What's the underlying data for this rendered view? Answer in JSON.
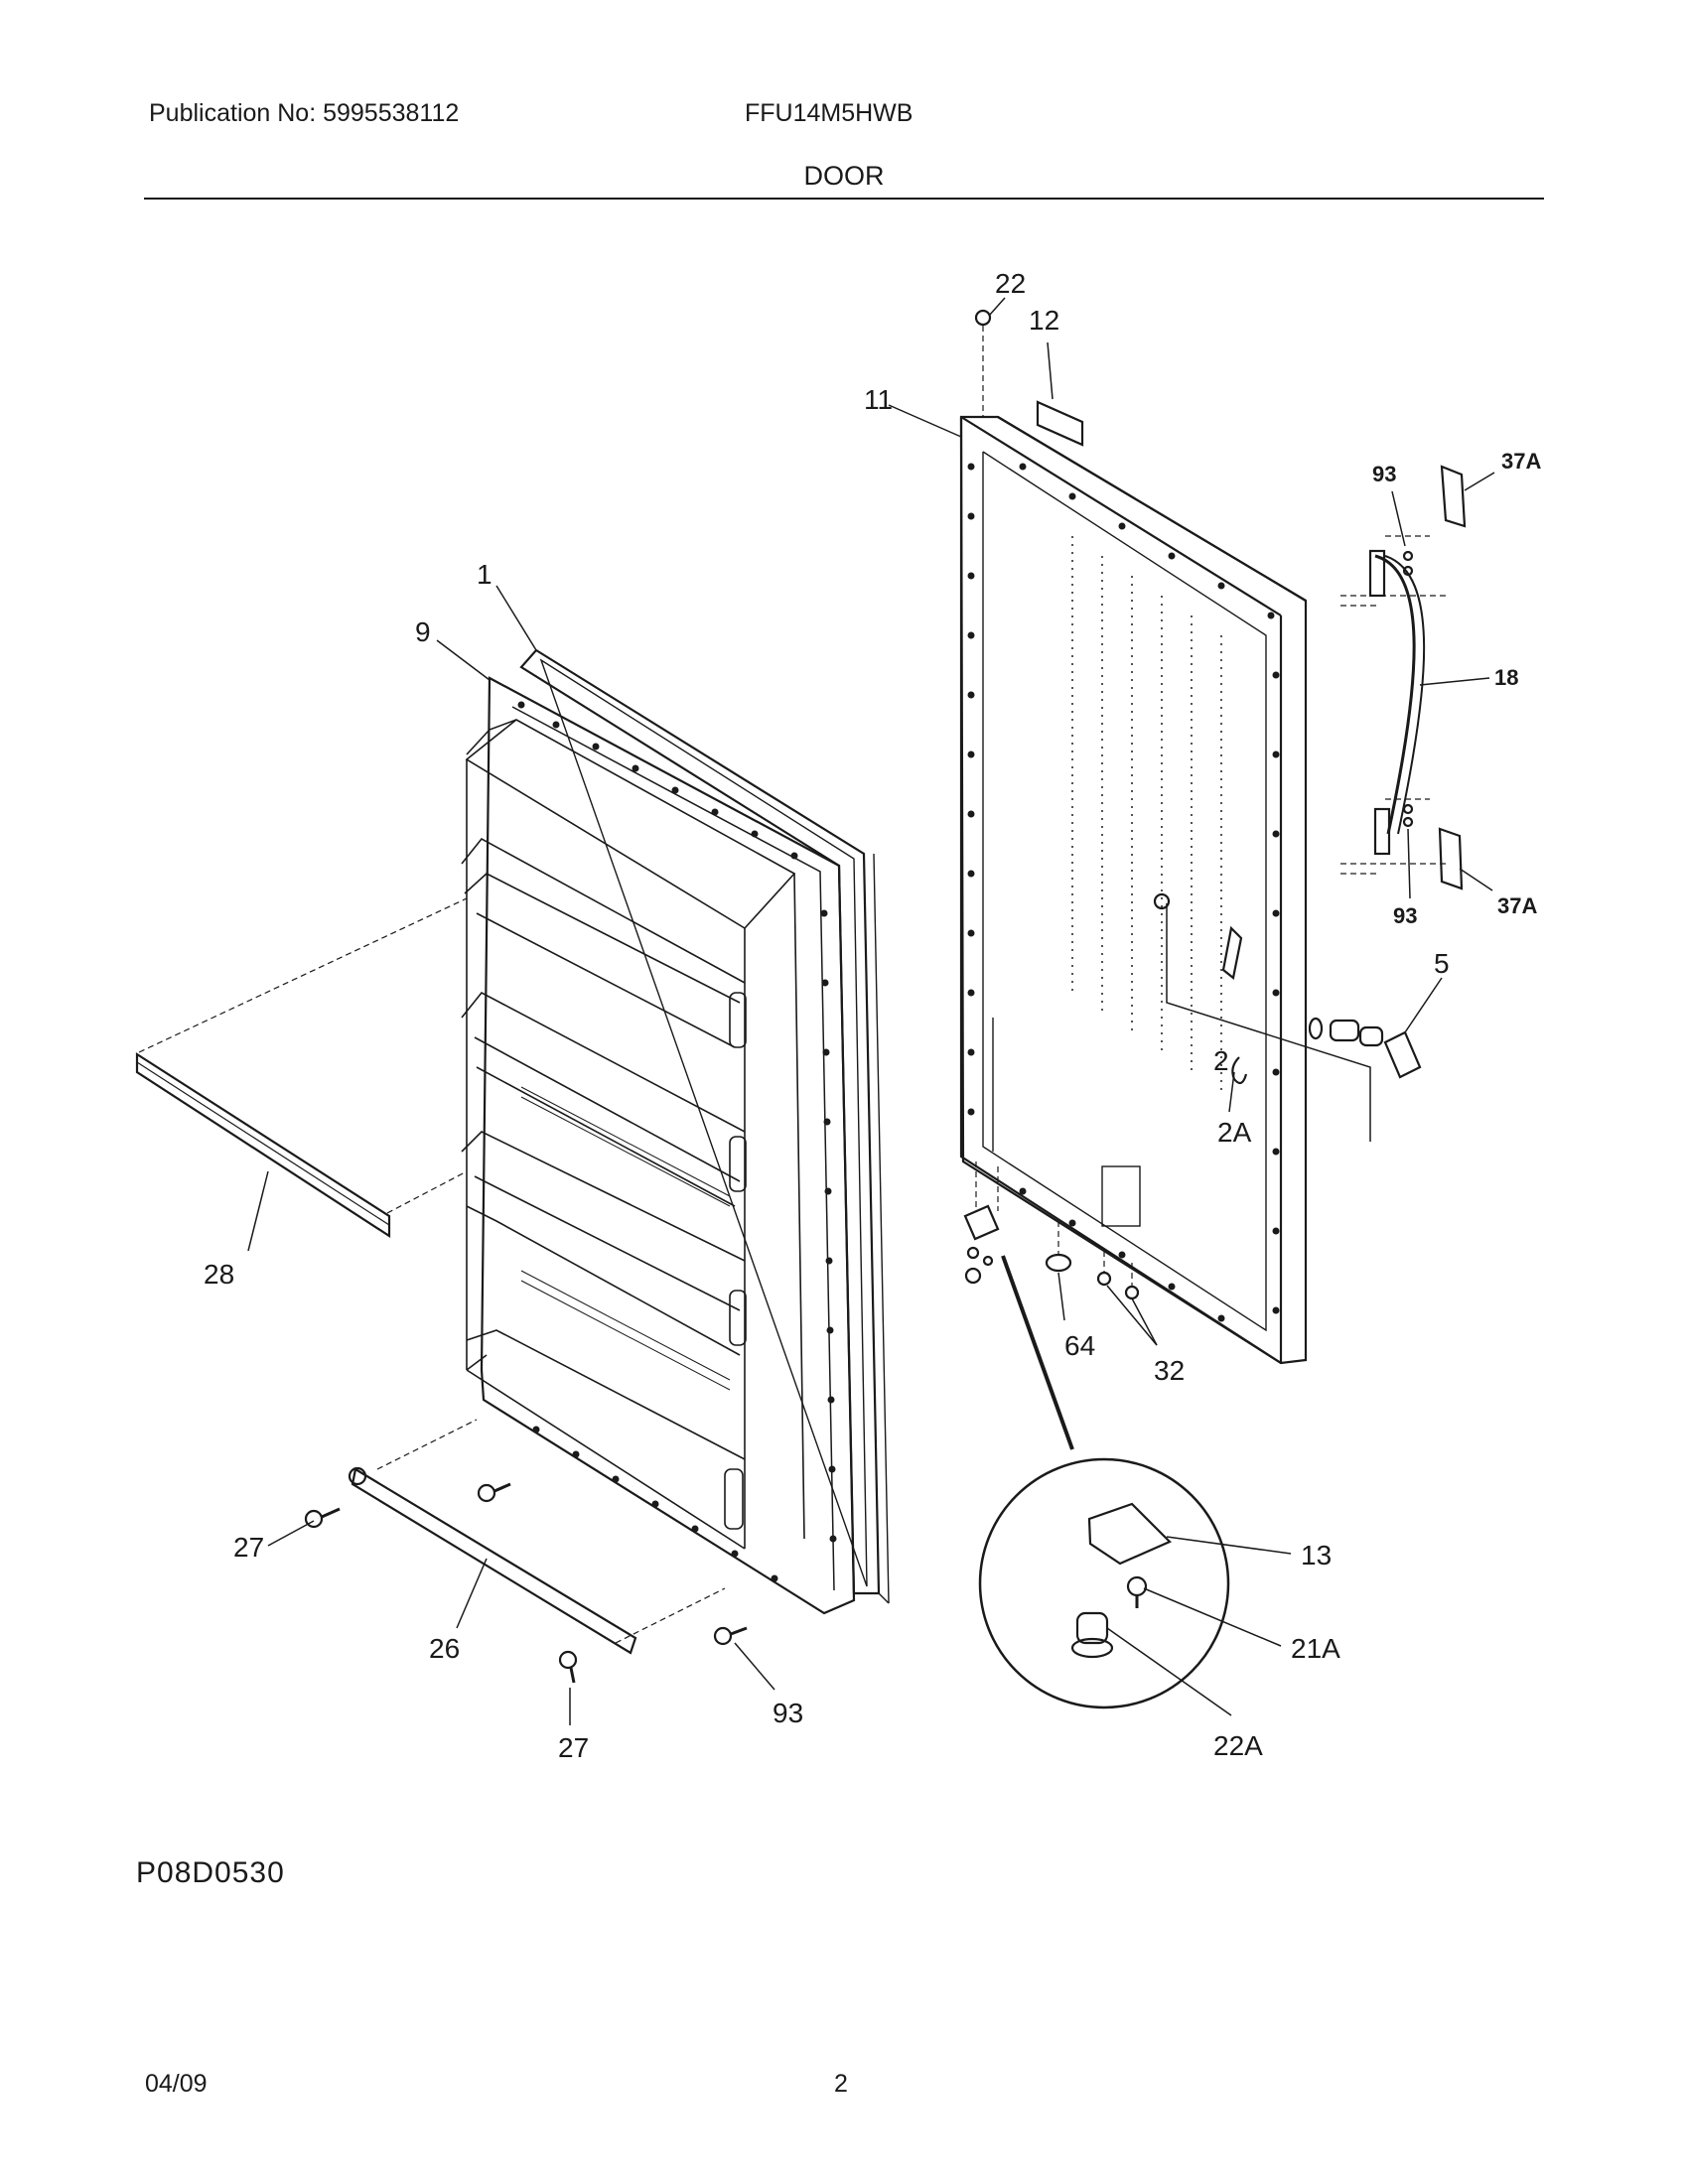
{
  "header": {
    "publication": "Publication No: 5995538112",
    "model": "FFU14M5HWB",
    "section": "DOOR"
  },
  "callouts": {
    "c1": "1",
    "c9": "9",
    "c28": "28",
    "c27a": "27",
    "c26": "26",
    "c27b": "27",
    "c93a": "93",
    "c22": "22",
    "c12": "12",
    "c11": "11",
    "c93b": "93",
    "c37a1": "37A",
    "c18": "18",
    "c93c": "93",
    "c37a2": "37A",
    "c5": "5",
    "c2": "2",
    "c2a": "2A",
    "c64": "64",
    "c32": "32",
    "c13": "13",
    "c21a": "21A",
    "c22a": "22A"
  },
  "footer": {
    "diagram_code": "P08D0530",
    "date": "04/09",
    "page": "2"
  }
}
